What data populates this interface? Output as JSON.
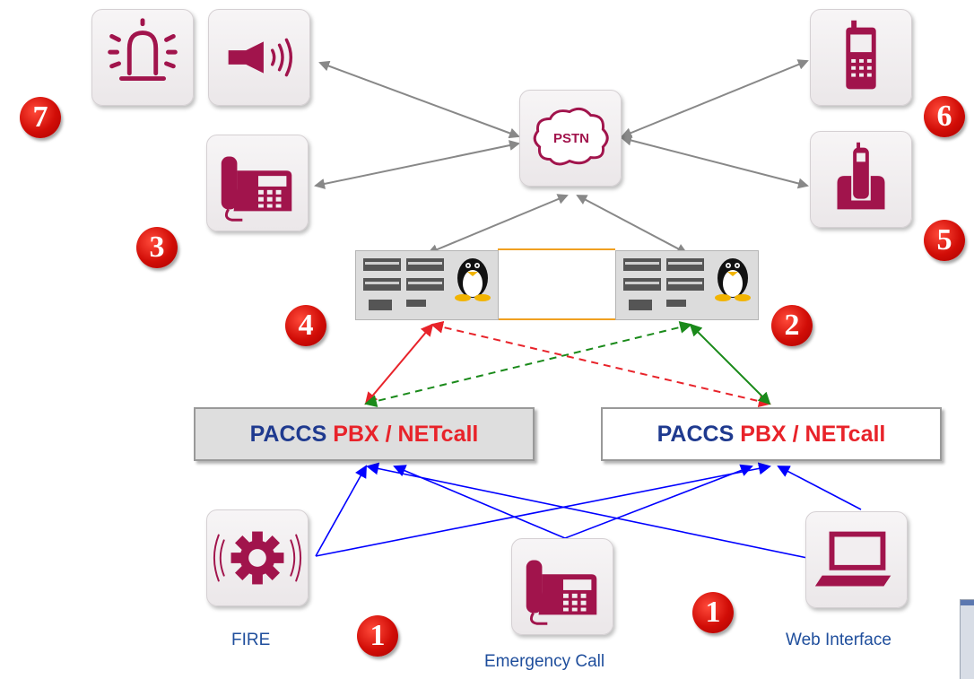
{
  "center": {
    "label": "PSTN",
    "icon": "cloud-icon"
  },
  "badges": {
    "b7": "7",
    "b6": "6",
    "b3": "3",
    "b5": "5",
    "b4": "4",
    "b2": "2",
    "b1a": "1",
    "b1b": "1"
  },
  "boxes": {
    "left": {
      "part_a": "PACCS",
      "part_b": "PBX / NETcall"
    },
    "right": {
      "part_a": "PACCS",
      "part_b": "PBX / NETcall"
    }
  },
  "labels": {
    "fire": "FIRE",
    "emergency_call": "Emergency Call",
    "web_interface": "Web Interface"
  },
  "icons": [
    "siren-icon",
    "loudspeaker-icon",
    "desk-phone-icon",
    "mobile-phone-icon",
    "cordless-phone-icon",
    "fire-alarm-icon",
    "laptop-icon",
    "linux-penguin-icon",
    "server-icon"
  ],
  "colors": {
    "icon": "#a1144c",
    "badge": "#d10d07",
    "brand_blue": "#1f3a8f",
    "brand_red": "#e8232a",
    "link_blue": "#0000ff",
    "link_red": "#e8232a",
    "link_green": "#1a8a1a",
    "link_gray": "#888888",
    "sync_orange": "#f0a020"
  }
}
